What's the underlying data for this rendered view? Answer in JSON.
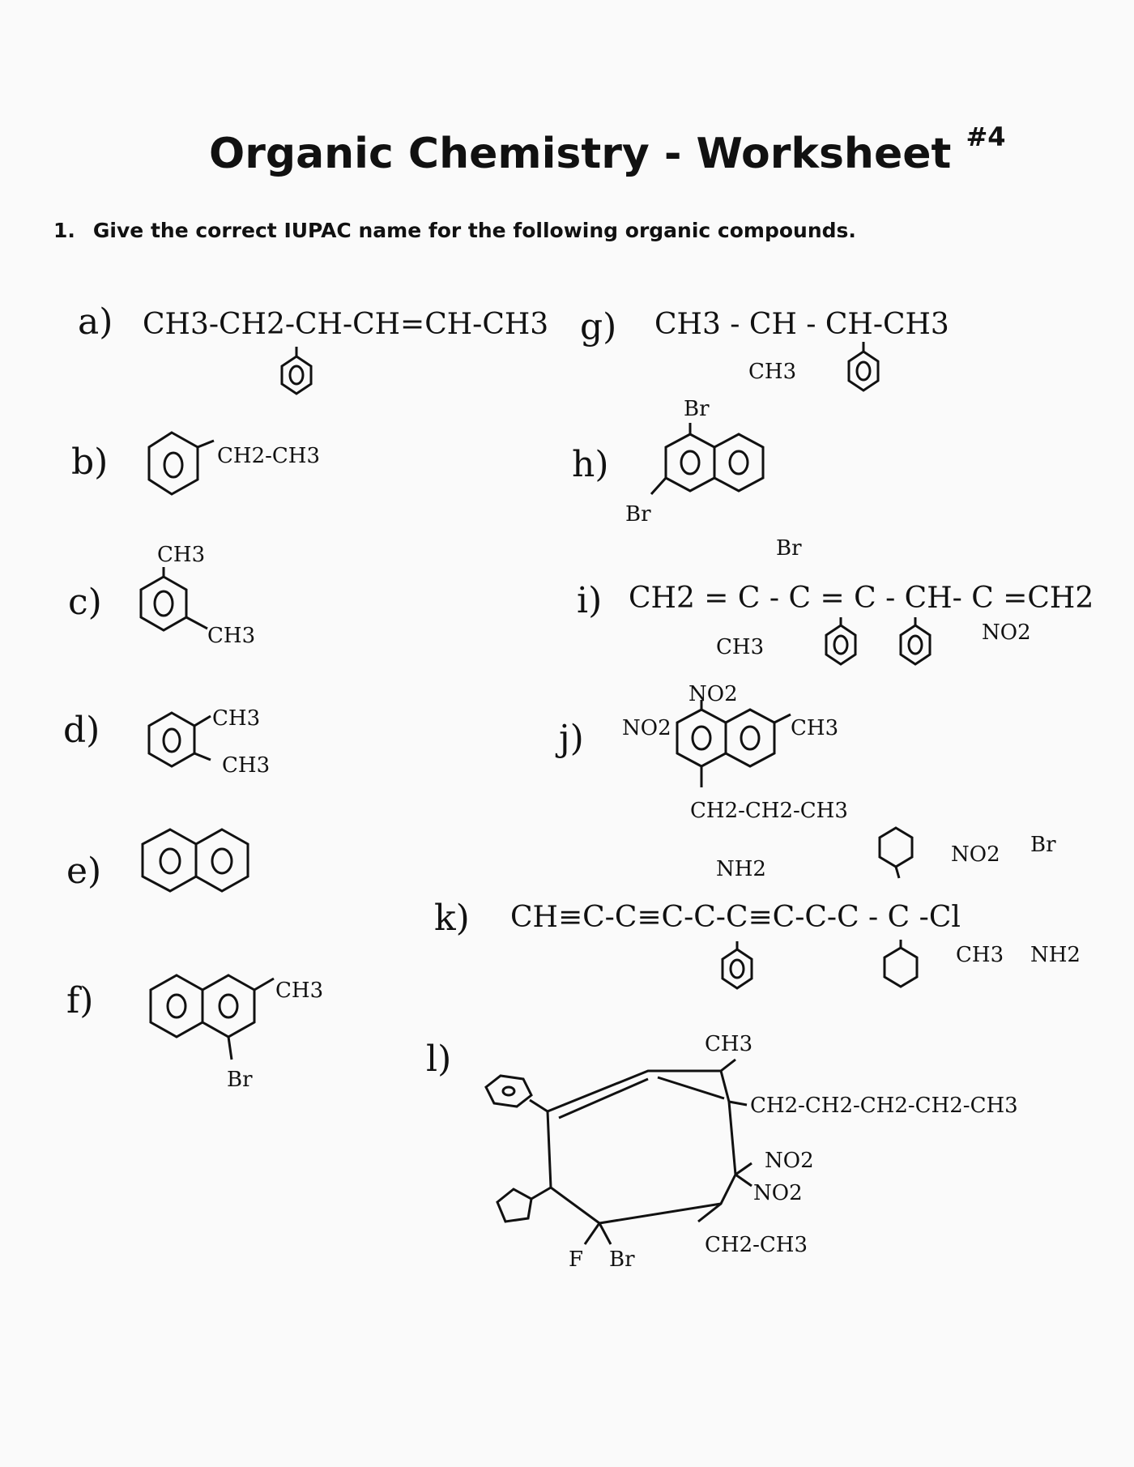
{
  "title": "Organic Chemistry - Worksheet",
  "title_number": "#4",
  "instruction": {
    "number": "1.",
    "text": "Give the correct IUPAC name for the following organic compounds."
  },
  "items": {
    "a": {
      "label": "a)",
      "formula": "CH3-CH2-CH-CH=CH-CH3"
    },
    "b": {
      "label": "b)",
      "substituent": "CH2-CH3"
    },
    "c": {
      "label": "c)",
      "top": "CH3",
      "side": "CH3"
    },
    "d": {
      "label": "d)",
      "top": "CH3",
      "side": "CH3"
    },
    "e": {
      "label": "e)"
    },
    "f": {
      "label": "f)",
      "side": "CH3",
      "bottom": "Br"
    },
    "g": {
      "label": "g)",
      "formula": "CH3 - CH - CH-CH3",
      "branch": "CH3"
    },
    "h": {
      "label": "h)",
      "top": "Br",
      "bottom": "Br"
    },
    "i": {
      "label": "i)",
      "formula": "CH2 = C - C = C - CH- C =CH2",
      "top": "Br",
      "branch": "CH3",
      "nitro": "NO2"
    },
    "j": {
      "label": "j)",
      "top": "NO2",
      "left": "NO2",
      "right": "CH3",
      "bottom": "CH2-CH2-CH3"
    },
    "k": {
      "label": "k)",
      "formula": "CH≡C-C≡C-C-C≡C-C-C - C -Cl",
      "amine_top": "NH2",
      "nitro": "NO2",
      "bromo": "Br",
      "methyl": "CH3",
      "amine_bottom": "NH2"
    },
    "l": {
      "label": "l)",
      "methyl": "CH3",
      "pentyl": "CH2-CH2-CH2-CH2-CH3",
      "nitro1": "NO2",
      "nitro2": "NO2",
      "ethyl": "CH2-CH3",
      "fluoro": "F",
      "bromo": "Br"
    }
  }
}
